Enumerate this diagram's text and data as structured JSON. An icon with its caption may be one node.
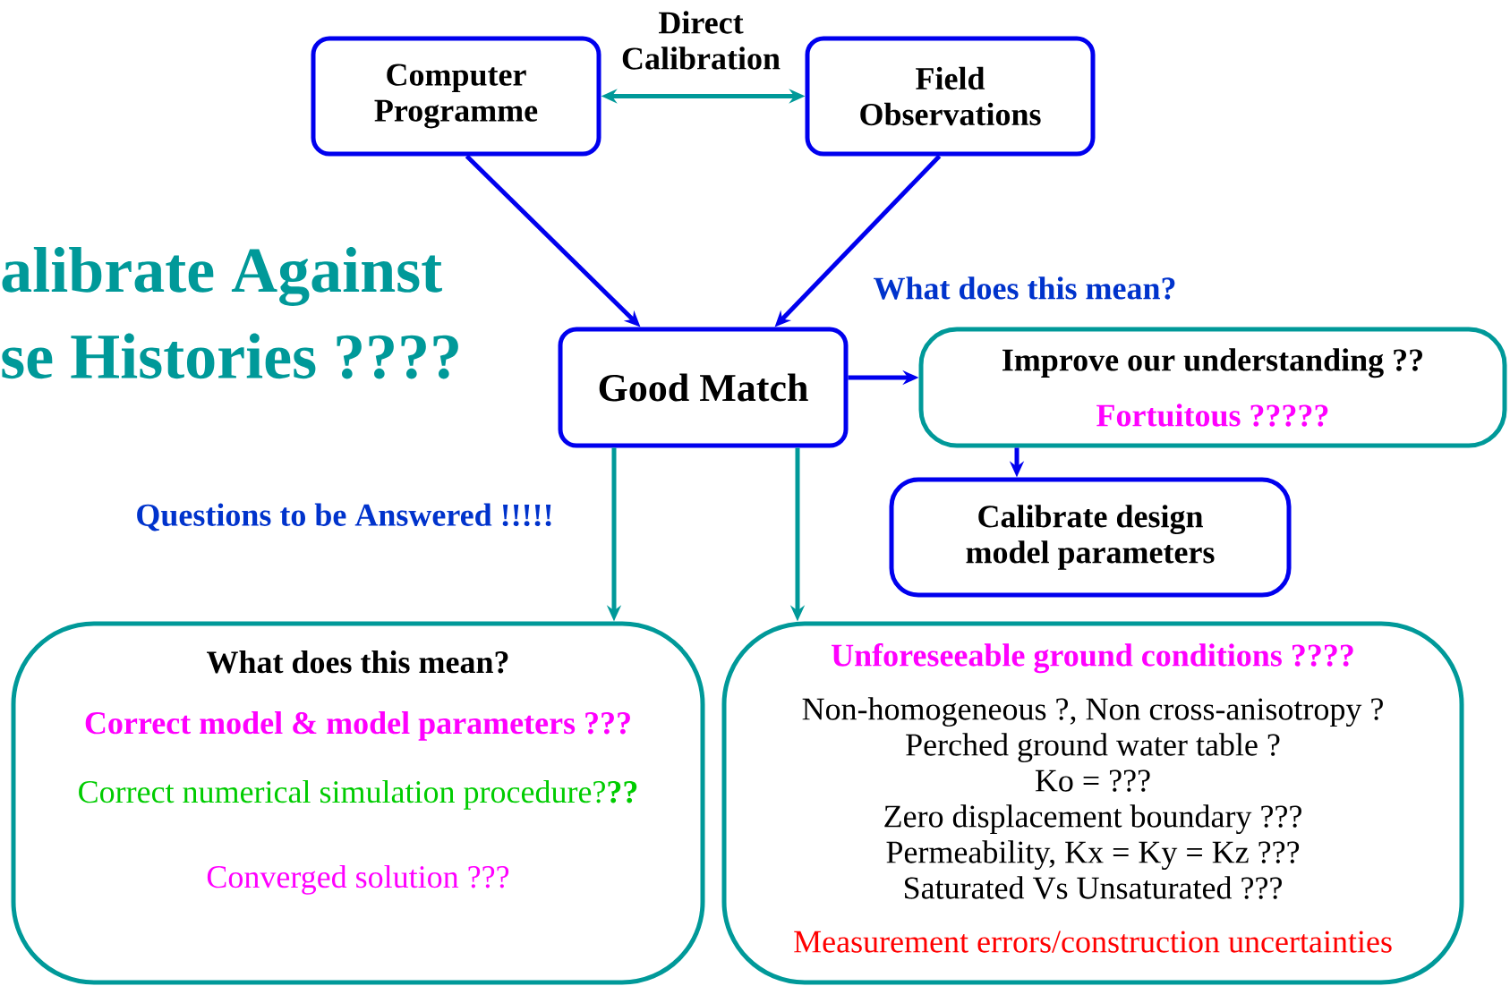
{
  "diagram": {
    "nodes": [
      {
        "text": [
          "Computer Programme"
        ]
      },
      {
        "text": [
          "Field Observations"
        ]
      },
      {
        "text": [
          "Good Match"
        ]
      },
      {
        "text": [
          "Improve our understanding ??",
          "Fortuitous ?????"
        ]
      },
      {
        "text": [
          "Calibrate design model parameters"
        ]
      },
      {
        "text": [
          "What does this mean?",
          "Correct model & model parameters ???",
          "Correct numerical simulation procedure?**??**",
          "Converged solution ???"
        ]
      },
      {
        "text": [
          "Unforeseeable ground conditions ????",
          "Non-homogeneous ?, Non cross-anisotropy ?",
          "Perched ground water table  ?",
          "Ko = ???",
          "Zero displacement boundary ???",
          "Permeability, Kx = Ky = Kz ???",
          "Saturated Vs Unsaturated ???",
          "Measurement errors/construction uncertainties"
        ]
      }
    ],
    "edges": [
      {
        "from": 0,
        "to": 1,
        "arrow": "both",
        "label": "Direct Calibration",
        "color": "#009999"
      },
      {
        "from": 0,
        "to": 2,
        "arrow": "to"
      },
      {
        "from": 1,
        "to": 2,
        "arrow": "to"
      },
      {
        "from": 2,
        "to": 3,
        "arrow": "to"
      },
      {
        "from": 3,
        "to": 4,
        "arrow": "to"
      },
      {
        "from": 2,
        "to": 5,
        "arrow": "to",
        "color": "#009999"
      },
      {
        "from": 2,
        "to": 6,
        "arrow": "to",
        "color": "#009999"
      }
    ],
    "labels": [
      "alibrate Against",
      "se Histories ????",
      "What does this mean?",
      "Questions to be Answered !!!!!"
    ]
  }
}
